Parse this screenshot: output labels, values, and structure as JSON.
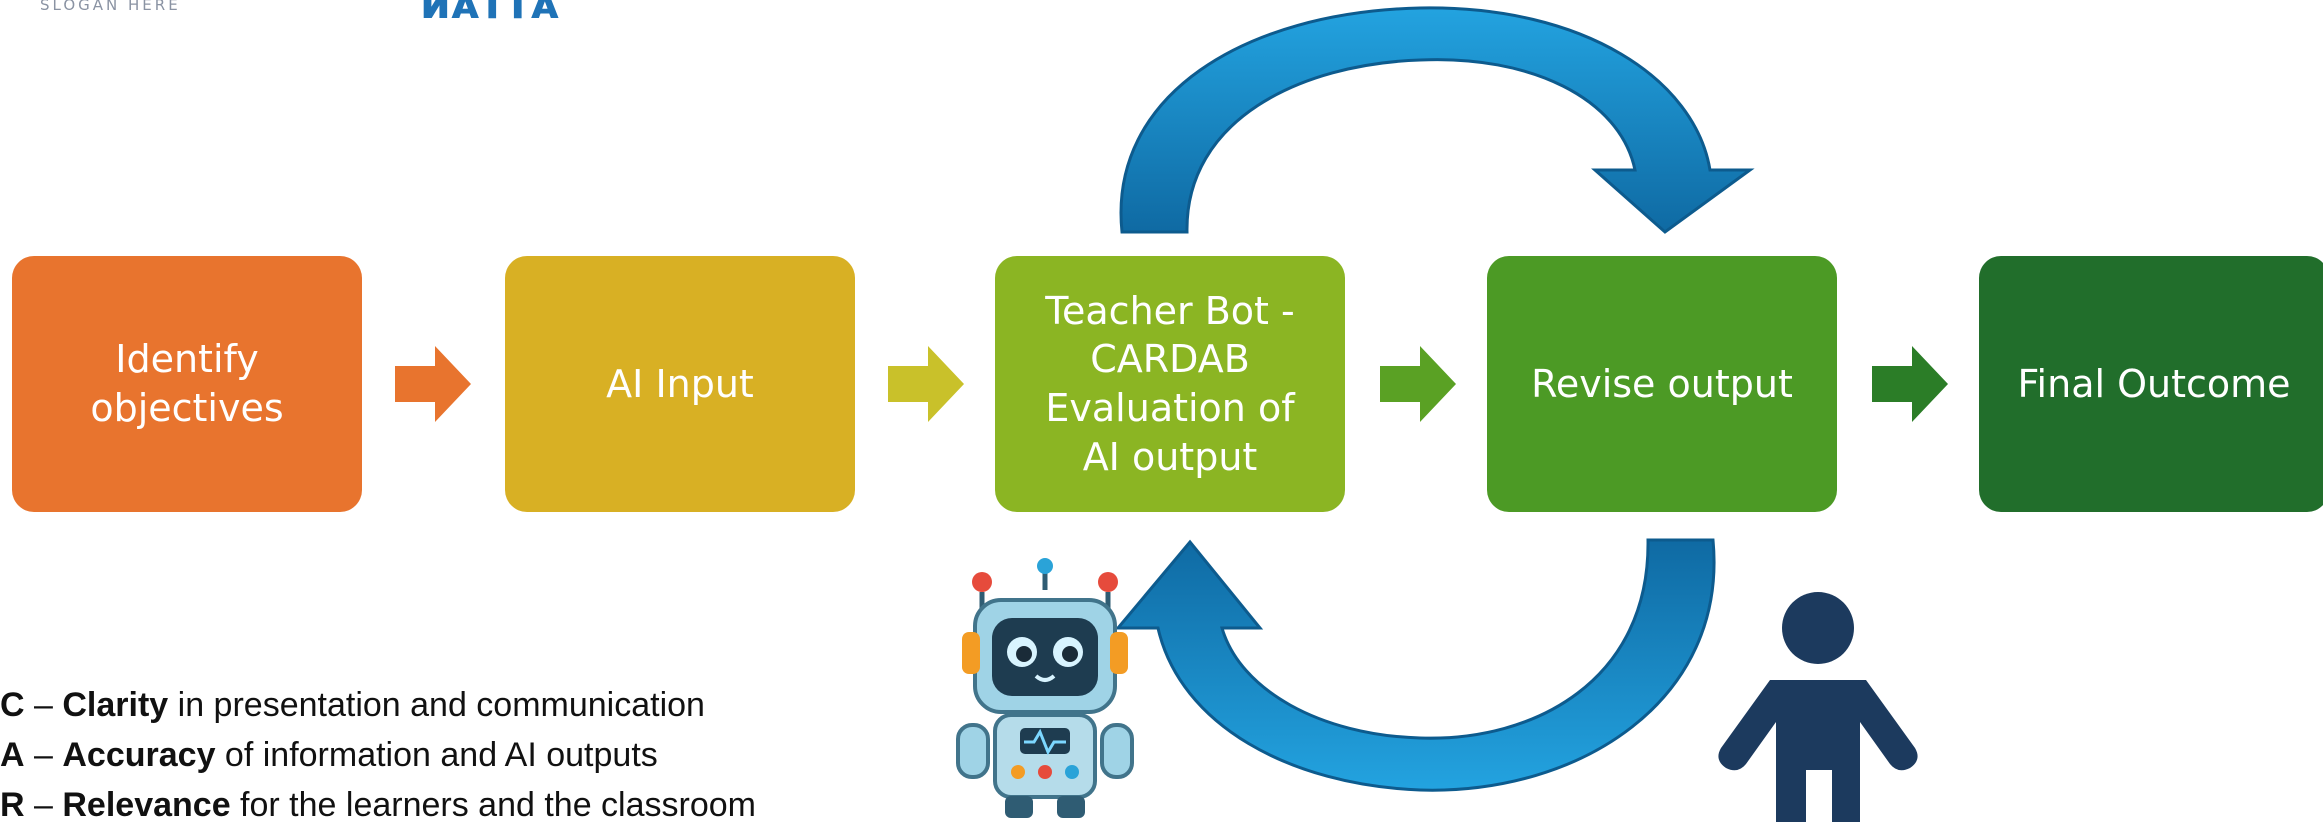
{
  "header": {
    "slogan": "SLOGAN HERE",
    "brand_fragment": "ᴎᴀᴛᴛᴀ"
  },
  "colors": {
    "step1": "#e8742e",
    "step2": "#d8b024",
    "step3": "#8bb523",
    "step4": "#4c9a25",
    "step5": "#216e2b",
    "loop_arrow": "#1b8fcf",
    "loop_arrow_dark": "#0f6aa3",
    "person": "#1c3a5e"
  },
  "steps": [
    {
      "label": "Identify\nobjectives"
    },
    {
      "label": "AI Input"
    },
    {
      "label": "Teacher Bot -\nCARDAB\nEvaluation of\nAI output"
    },
    {
      "label": "Revise output"
    },
    {
      "label": "Final Outcome"
    }
  ],
  "icons": {
    "step_arrow": "chevron-arrow-right",
    "top_loop": "curved-arrow-down",
    "bottom_loop": "curved-arrow-up",
    "robot": "robot-icon",
    "person": "person-icon"
  },
  "legend": [
    {
      "letter": "C",
      "dash": " – ",
      "term": "Clarity",
      "rest": " in presentation and communication"
    },
    {
      "letter": "A",
      "dash": " – ",
      "term": "Accuracy",
      "rest": " of information and AI outputs"
    },
    {
      "letter": "R",
      "dash": " – ",
      "term": "Relevance",
      "rest": " for the learners and the classroom"
    }
  ]
}
